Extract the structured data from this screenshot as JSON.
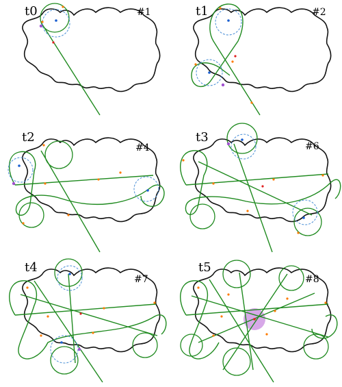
{
  "panels": [
    {
      "time_label": "t0",
      "index_label": "#1",
      "step": 1
    },
    {
      "time_label": "t1",
      "index_label": "#2",
      "step": 2
    },
    {
      "time_label": "t2",
      "index_label": "#4",
      "step": 4
    },
    {
      "time_label": "t3",
      "index_label": "#6",
      "step": 6
    },
    {
      "time_label": "t4",
      "index_label": "#7",
      "step": 7
    },
    {
      "time_label": "t5",
      "index_label": "#8",
      "step": 8
    }
  ],
  "colors": {
    "outline": "#111111",
    "track": "#1f8a1f",
    "probe": "#4a8fd6",
    "point": "#1a5fd0",
    "tick": "#ff7a00",
    "red_mark": "#e02020",
    "violet_mark": "#a050d0",
    "highlight": "#c98be0"
  }
}
